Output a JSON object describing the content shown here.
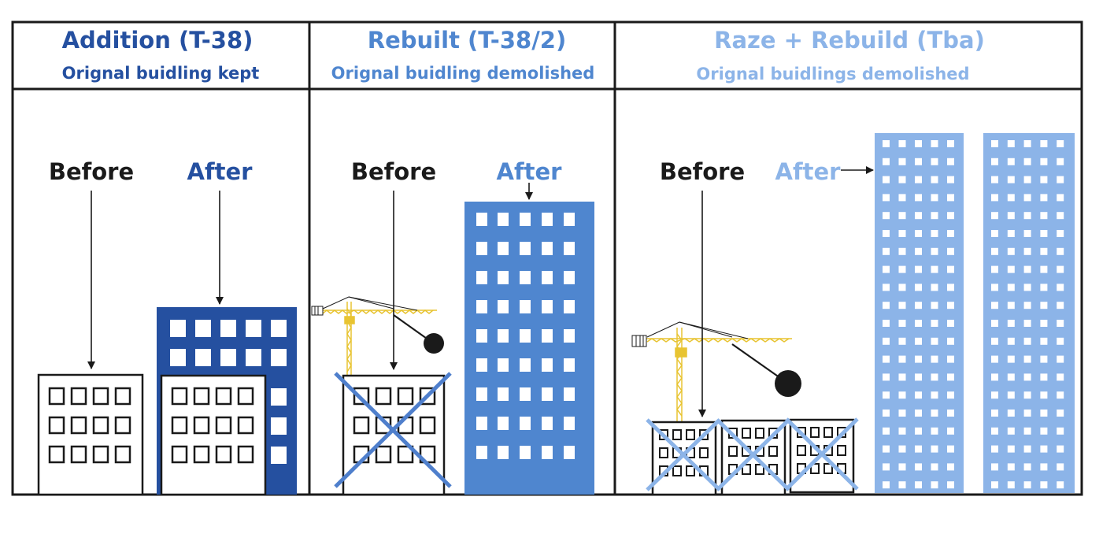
{
  "colors": {
    "dark_blue": "#2550a0",
    "mid_blue": "#4f86cf",
    "light_blue": "#8cb4e8",
    "black": "#1a1a1a",
    "crane_yellow": "#e8c432"
  },
  "panels": [
    {
      "title": "Addition (T-38)",
      "subtitle": "Orignal buidling kept",
      "before_label": "Before",
      "after_label": "After"
    },
    {
      "title": "Rebuilt (T-38/2)",
      "subtitle": "Orignal buidling demolished",
      "before_label": "Before",
      "after_label": "After"
    },
    {
      "title": "Raze + Rebuild (Tba)",
      "subtitle": "Orignal buidlings demolished",
      "before_label": "Before",
      "after_label": "After"
    }
  ],
  "icons": {
    "building": "building-icon",
    "crane": "crane-icon",
    "wrecking_ball": "wrecking-ball-icon",
    "demolish_mark": "x-mark-icon"
  }
}
